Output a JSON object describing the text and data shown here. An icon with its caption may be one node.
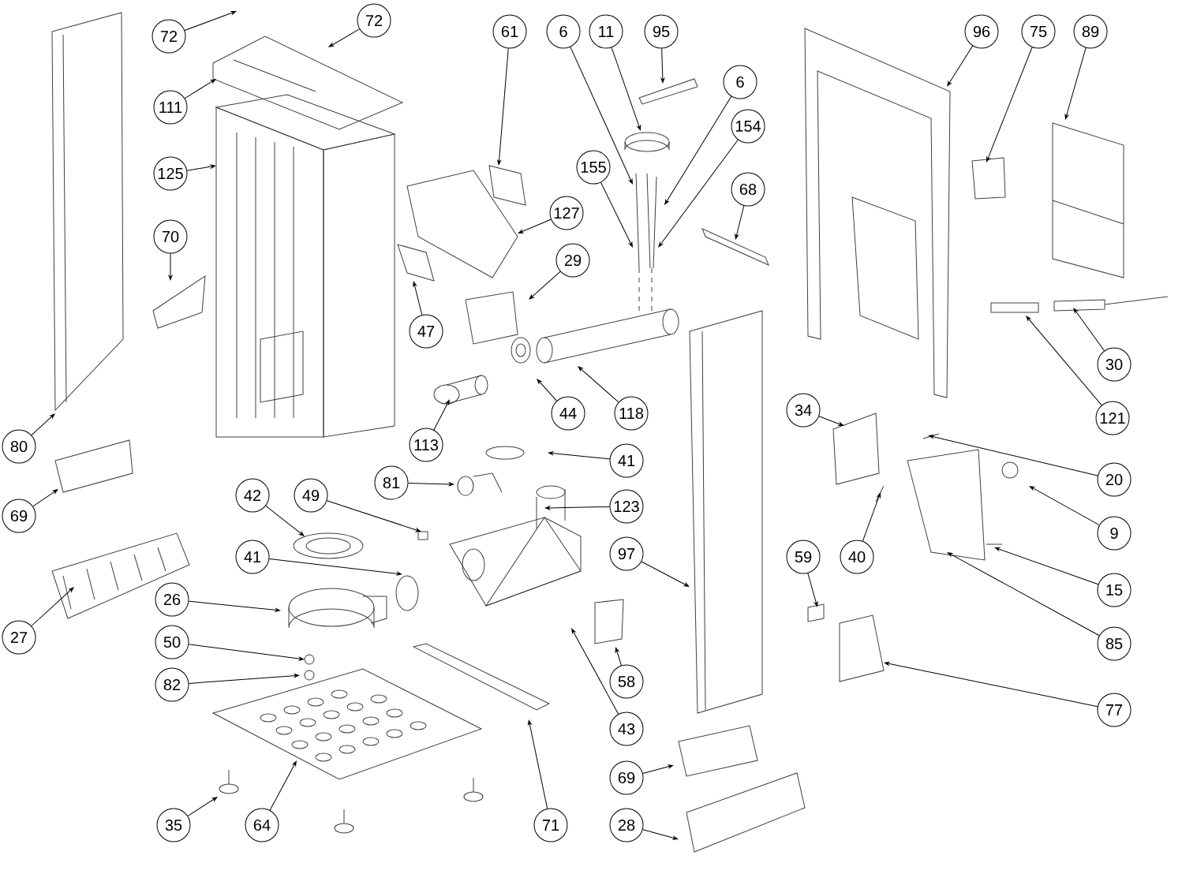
{
  "diagram": {
    "nodes": [
      {
        "text": [
          "72"
        ]
      },
      {
        "text": [
          "72"
        ]
      },
      {
        "text": [
          "111"
        ]
      },
      {
        "text": [
          "125"
        ]
      },
      {
        "text": [
          "70"
        ]
      },
      {
        "text": [
          "61"
        ]
      },
      {
        "text": [
          "6"
        ]
      },
      {
        "text": [
          "11"
        ]
      },
      {
        "text": [
          "95"
        ]
      },
      {
        "text": [
          "96"
        ]
      },
      {
        "text": [
          "75"
        ]
      },
      {
        "text": [
          "89"
        ]
      },
      {
        "text": [
          "6"
        ]
      },
      {
        "text": [
          "154"
        ]
      },
      {
        "text": [
          "155"
        ]
      },
      {
        "text": [
          "127"
        ]
      },
      {
        "text": [
          "68"
        ]
      },
      {
        "text": [
          "29"
        ]
      },
      {
        "text": [
          "47"
        ]
      },
      {
        "text": [
          "30"
        ]
      },
      {
        "text": [
          "34"
        ]
      },
      {
        "text": [
          "44"
        ]
      },
      {
        "text": [
          "118"
        ]
      },
      {
        "text": [
          "121"
        ]
      },
      {
        "text": [
          "80"
        ]
      },
      {
        "text": [
          "113"
        ]
      },
      {
        "text": [
          "41"
        ]
      },
      {
        "text": [
          "20"
        ]
      },
      {
        "text": [
          "81"
        ]
      },
      {
        "text": [
          "42"
        ]
      },
      {
        "text": [
          "49"
        ]
      },
      {
        "text": [
          "123"
        ]
      },
      {
        "text": [
          "69"
        ]
      },
      {
        "text": [
          "9"
        ]
      },
      {
        "text": [
          "97"
        ]
      },
      {
        "text": [
          "59"
        ]
      },
      {
        "text": [
          "40"
        ]
      },
      {
        "text": [
          "41"
        ]
      },
      {
        "text": [
          "15"
        ]
      },
      {
        "text": [
          "26"
        ]
      },
      {
        "text": [
          "27"
        ]
      },
      {
        "text": [
          "85"
        ]
      },
      {
        "text": [
          "50"
        ]
      },
      {
        "text": [
          "58"
        ]
      },
      {
        "text": [
          "82"
        ]
      },
      {
        "text": [
          "77"
        ]
      },
      {
        "text": [
          "43"
        ]
      },
      {
        "text": [
          "69"
        ]
      },
      {
        "text": [
          "35"
        ]
      },
      {
        "text": [
          "64"
        ]
      },
      {
        "text": [
          "71"
        ]
      },
      {
        "text": [
          "28"
        ]
      }
    ],
    "edges": [
      {
        "from": 0,
        "to": null,
        "arrow": "to"
      },
      {
        "from": 1,
        "to": null,
        "arrow": "to"
      },
      {
        "from": 2,
        "to": null,
        "arrow": "to"
      },
      {
        "from": 3,
        "to": null,
        "arrow": "to"
      },
      {
        "from": 4,
        "to": null,
        "arrow": "to"
      },
      {
        "from": 5,
        "to": null,
        "arrow": "to"
      },
      {
        "from": 6,
        "to": null,
        "arrow": "to"
      },
      {
        "from": 7,
        "to": null,
        "arrow": "to"
      },
      {
        "from": 8,
        "to": null,
        "arrow": "to"
      },
      {
        "from": 9,
        "to": null,
        "arrow": "to"
      },
      {
        "from": 10,
        "to": null,
        "arrow": "to"
      },
      {
        "from": 11,
        "to": null,
        "arrow": "to"
      },
      {
        "from": 12,
        "to": null,
        "arrow": "to"
      },
      {
        "from": 13,
        "to": null,
        "arrow": "to"
      },
      {
        "from": 14,
        "to": null,
        "arrow": "to"
      },
      {
        "from": 15,
        "to": null,
        "arrow": "to"
      },
      {
        "from": 16,
        "to": null,
        "arrow": "to"
      },
      {
        "from": 17,
        "to": null,
        "arrow": "to"
      },
      {
        "from": 18,
        "to": null,
        "arrow": "to"
      },
      {
        "from": 19,
        "to": null,
        "arrow": "to"
      },
      {
        "from": 20,
        "to": null,
        "arrow": "to"
      },
      {
        "from": 21,
        "to": null,
        "arrow": "to"
      },
      {
        "from": 22,
        "to": null,
        "arrow": "to"
      },
      {
        "from": 23,
        "to": null,
        "arrow": "to"
      },
      {
        "from": 24,
        "to": null,
        "arrow": "to"
      },
      {
        "from": 25,
        "to": null,
        "arrow": "to"
      },
      {
        "from": 26,
        "to": null,
        "arrow": "to"
      },
      {
        "from": 27,
        "to": null,
        "arrow": "to"
      },
      {
        "from": 28,
        "to": null,
        "arrow": "to"
      },
      {
        "from": 29,
        "to": null,
        "arrow": "to"
      },
      {
        "from": 30,
        "to": null,
        "arrow": "to"
      },
      {
        "from": 31,
        "to": null,
        "arrow": "to"
      },
      {
        "from": 32,
        "to": null,
        "arrow": "to"
      },
      {
        "from": 33,
        "to": null,
        "arrow": "to"
      },
      {
        "from": 34,
        "to": null,
        "arrow": "to"
      },
      {
        "from": 35,
        "to": null,
        "arrow": "to"
      },
      {
        "from": 36,
        "to": null,
        "arrow": "to"
      },
      {
        "from": 37,
        "to": null,
        "arrow": "to"
      },
      {
        "from": 38,
        "to": null,
        "arrow": "to"
      },
      {
        "from": 39,
        "to": null,
        "arrow": "to"
      },
      {
        "from": 40,
        "to": null,
        "arrow": "to"
      },
      {
        "from": 41,
        "to": null,
        "arrow": "to"
      },
      {
        "from": 42,
        "to": null,
        "arrow": "to"
      },
      {
        "from": 43,
        "to": null,
        "arrow": "to"
      },
      {
        "from": 44,
        "to": null,
        "arrow": "to"
      },
      {
        "from": 45,
        "to": null,
        "arrow": "to"
      },
      {
        "from": 46,
        "to": null,
        "arrow": "to"
      },
      {
        "from": 47,
        "to": null,
        "arrow": "to"
      },
      {
        "from": 48,
        "to": null,
        "arrow": "to"
      },
      {
        "from": 49,
        "to": null,
        "arrow": "to"
      },
      {
        "from": 50,
        "to": null,
        "arrow": "to"
      },
      {
        "from": 51,
        "to": null,
        "arrow": "to"
      }
    ]
  }
}
